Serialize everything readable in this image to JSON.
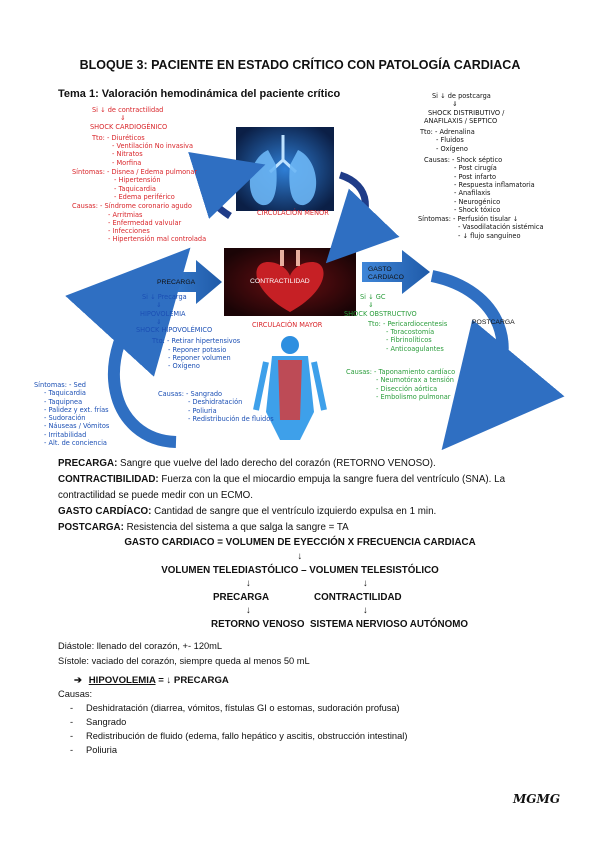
{
  "header": {
    "title": "BLOQUE 3: PACIENTE EN ESTADO CRÍTICO CON PATOLOGÍA CARDIACA",
    "subtitle": "Tema 1: Valoración hemodinámica del paciente crítico"
  },
  "diagram": {
    "left_top": {
      "l1": "Si ↓ de contractilidad",
      "l2": "⇓",
      "l3": "SHOCK CARDIOGÉNICO",
      "l4": "Tto: - Diuréticos",
      "l5": "- Ventilación No invasiva",
      "l6": "- Nitratos",
      "l7": "- Morfina",
      "l8": "Síntomas: - Disnea / Edema pulmonar",
      "l9": "- Hipertensión",
      "l10": "- Taquicardia",
      "l11": "- Edema periférico",
      "l12": "Causas: - Síndrome coronario agudo",
      "l13": "- Arritmias",
      "l14": "- Enfermedad valvular",
      "l15": "- Infecciones",
      "l16": "- Hipertensión mal controlada"
    },
    "right_top": {
      "l1": "Si ↓ de postcarga",
      "l2": "⇓",
      "l3": "SHOCK DISTRIBUTIVO /",
      "l4": "ANAFILAXIS / SEPTICO",
      "l5": "Tto: - Adrenalina",
      "l6": "- Fluidos",
      "l7": "- Oxígeno",
      "l8": "Causas: - Shock séptico",
      "l9": "- Post cirugía",
      "l10": "- Post infarto",
      "l11": "- Respuesta inflamatoria",
      "l12": "- Anafilaxis",
      "l13": "- Neurogénico",
      "l14": "- Shock tóxico",
      "l15": "Síntomas: - Perfusión tisular ↓",
      "l16": "- Vasodilatación sistémica",
      "l17": "- ↓ flujo sanguíneo"
    },
    "left_bottom": {
      "l1": "Si ↓ Precarga",
      "l2": "⇓",
      "l3": "HIPOVOLEMIA",
      "l4": "⇓",
      "l5": "SHOCK HIPOVOLÉMICO",
      "l6": "Tto: - Retirar hipertensivos",
      "l7": "- Reponer potasio",
      "l8": "- Reponer volumen",
      "l9": "- Oxígeno",
      "c1": "Causas: - Sangrado",
      "c2": "- Deshidratación",
      "c3": "- Poliuria",
      "c4": "- Redistribución de fluidos",
      "s1": "Síntomas: - Sed",
      "s2": "- Taquicardia",
      "s3": "- Taquipnea",
      "s4": "- Palidez y ext. frías",
      "s5": "- Sudoración",
      "s6": "- Náuseas / Vómitos",
      "s7": "- Irritabilidad",
      "s8": "- Alt. de conciencia"
    },
    "right_bottom": {
      "l1": "Si ↓ GC",
      "l2": "⇓",
      "l3": "SHOCK OBSTRUCTIVO",
      "l4": "Tto: - Pericardiocentesis",
      "l5": "- Toracostomía",
      "l6": "- Fibrinolíticos",
      "l7": "- Anticoagulantes",
      "l8": "Causas: - Taponamiento cardíaco",
      "l9": "- Neumotórax a tensión",
      "l10": "- Disección aórtica",
      "l11": "- Embolismo pulmonar"
    },
    "labels": {
      "circ_menor": "CIRCULACIÓN MENOR",
      "circ_mayor": "CIRCULACIÓN MAYOR",
      "contractilidad": "CONTRACTILIDAD",
      "precarga": "PRECARGA",
      "gasto_cardiaco": "GASTO CARDIACO",
      "postcarga": "POSTCARGA"
    }
  },
  "definitions": [
    {
      "term": "PRECARGA:",
      "text": " Sangre que vuelve del lado derecho del corazón (RETORNO VENOSO)."
    },
    {
      "term": "CONTRACTIBILIDAD:",
      "text": " Fuerza con la que el miocardio empuja la sangre fuera del ventrículo (SNA). La contractilidad se puede medir con un ECMO."
    },
    {
      "term": "GASTO CARDÍACO:",
      "text": " Cantidad de sangre que el ventrículo izquierdo expulsa en 1 min."
    },
    {
      "term": "POSTCARGA:",
      "text": " Resistencia del sistema a que salga la sangre = TA"
    }
  ],
  "formula": {
    "f1": "GASTO CARDIACO = VOLUMEN DE EYECCIÓN X FRECUENCIA CARDIACA",
    "arrow": "↓",
    "f2": "VOLUMEN TELEDIASTÓLICO – VOLUMEN TELESISTÓLICO",
    "f3a": "PRECARGA",
    "f3b": "CONTRACTILIDAD",
    "f4a": "RETORNO VENOSO",
    "f4b": "SISTEMA NERVIOSO AUTÓNOMO"
  },
  "notes": {
    "diastole": "Diástole: llenado del corazón, +- 120mL",
    "sistole": "Sístole: vaciado del corazón, siempre queda al menos 50 mL"
  },
  "hipovolemia": {
    "arrow": "➔",
    "heading": "HIPOVOLEMIA",
    "rest": " = ↓ PRECARGA",
    "causas_label": "Causas:",
    "bullet": "-",
    "items": [
      "Deshidratación (diarrea, vómitos, fístulas GI o estomas, sudoración profusa)",
      "Sangrado",
      "Redistribución de fluido (edema, fallo hepático y ascitis, obstrucción intestinal)",
      "Poliuria"
    ]
  },
  "signature": "MGMG",
  "colors": {
    "red": "#d9262b",
    "blue": "#1b4fb4",
    "green": "#2a9d3b",
    "arrow_blue": "#2f6fc2"
  }
}
